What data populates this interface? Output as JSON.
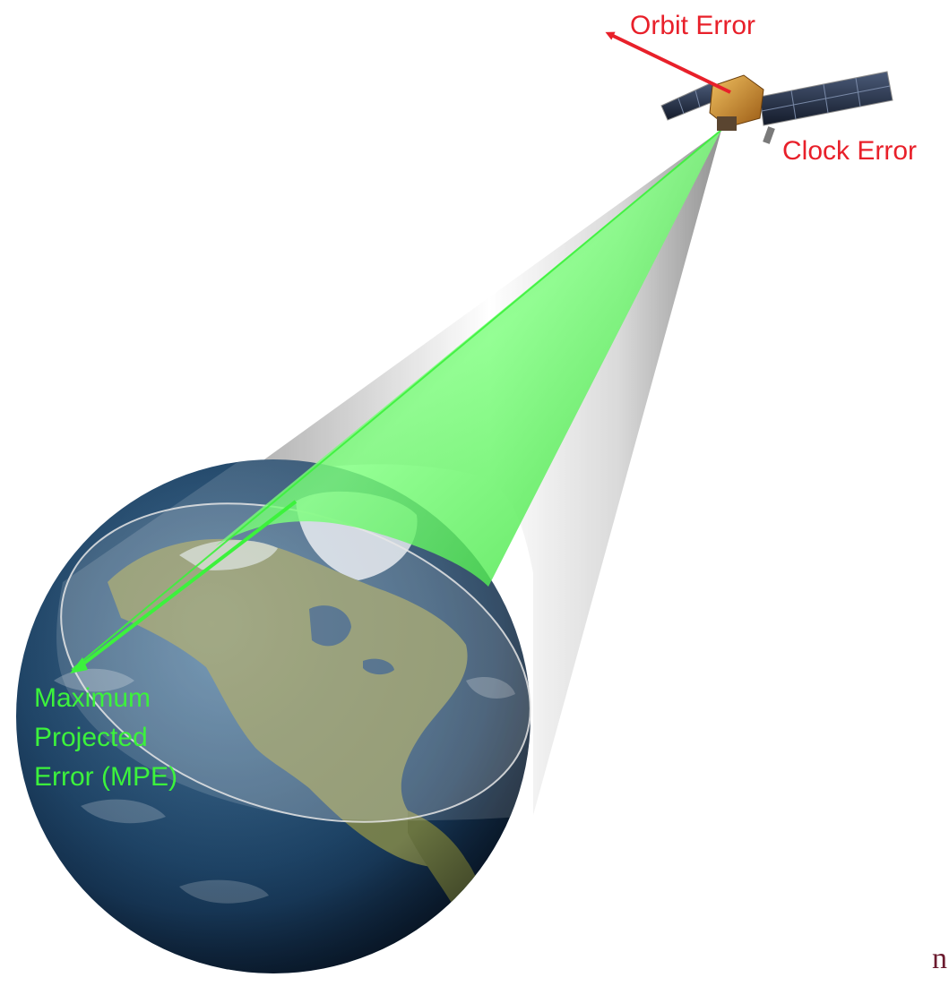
{
  "labels": {
    "orbit_error": "Orbit Error",
    "clock_error": "Clock Error",
    "mpe_line1": "Maximum",
    "mpe_line2": "Projected",
    "mpe_line3": "Error (MPE)",
    "corner_glyph": "n"
  },
  "colors": {
    "error_label": "#e8202a",
    "mpe_label": "#3cf23c",
    "beam": "#4df04d",
    "cone": "#b8b8b8",
    "ocean": "#0f2a4a",
    "land": "#6f7a44",
    "satellite_body": "#c8892a",
    "solar_panel": "#1a2233"
  },
  "icons": {
    "satellite": "satellite-icon",
    "earth": "earth-globe-icon"
  }
}
